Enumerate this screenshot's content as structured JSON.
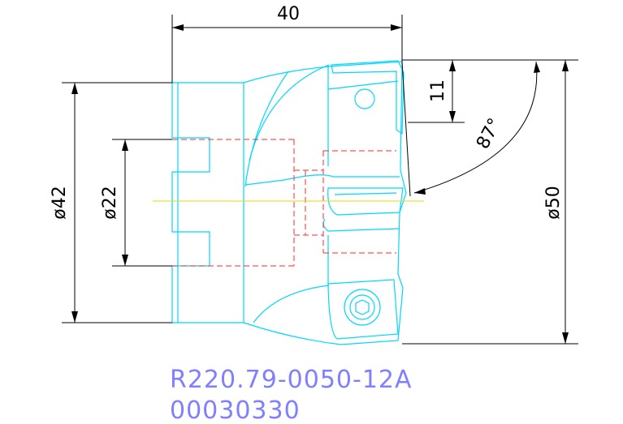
{
  "dimensions": {
    "top_length": "40",
    "outer_diameter_left": "ø42",
    "bore_diameter": "ø22",
    "cutting_diameter": "ø50",
    "depth": "11",
    "angle": "87°"
  },
  "designation": {
    "part_number": "R220.79-0050-12A",
    "code": "00030330"
  },
  "colors": {
    "outline": "#00d7ff",
    "hidden_lines": "#ff2a2a",
    "dimensions": "#000000",
    "axis": "#e8d800",
    "text": "#7f7fff"
  }
}
